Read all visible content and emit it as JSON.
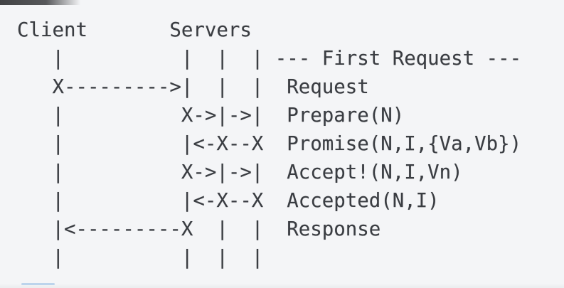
{
  "canvas": {
    "background_color": "#f4f5f7",
    "text_color": "#3a3d42",
    "top_edge_artifact_color": "#424345",
    "bottom_strip_color": "#eceef0",
    "blue_mark_color": "#bcd4ec"
  },
  "diagram": {
    "semantics": {
      "client_header": "Client",
      "servers_header": "Servers",
      "phase_label": "--- First Request ---",
      "messages": [
        "Request",
        "Prepare(N)",
        "Promise(N,I,{Va,Vb})",
        "Accept!(N,I,Vn)",
        "Accepted(N,I)",
        "Response"
      ]
    },
    "ascii_lines": [
      "Client       Servers",
      "   |          |  |  | --- First Request ---",
      "   X--------->|  |  |  Request",
      "   |          X->|->|  Prepare(N)",
      "   |          |<-X--X  Promise(N,I,{Va,Vb})",
      "   |          X->|->|  Accept!(N,I,Vn)",
      "   |          |<-X--X  Accepted(N,I)",
      "   |<---------X  |  |  Response",
      "   |          |  |  |"
    ]
  }
}
